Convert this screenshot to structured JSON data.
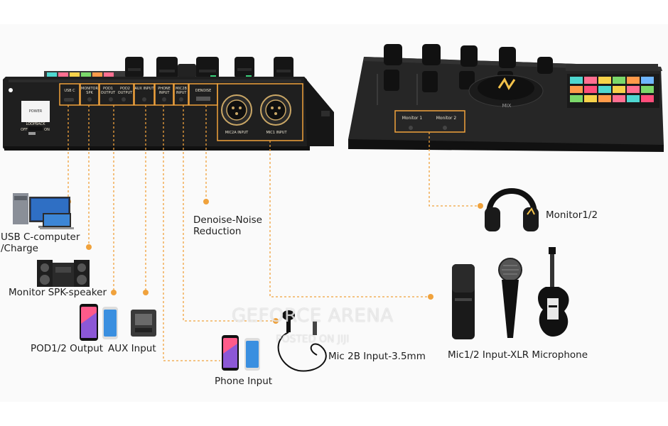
{
  "colors": {
    "accent": "#f0a23c",
    "device_body": "#1f1f1f",
    "text": "#1e1e1e"
  },
  "device_front": {
    "port_labels": [
      "USB C",
      "MONITOR SPK",
      "POD1 OUTPUT",
      "POD2 OUTPUT",
      "AUX INPUT",
      "PHONE INPUT",
      "MIC2B INPUT",
      "DENOISE",
      "MIC2A INPUT",
      "MIC1 INPUT"
    ],
    "power_label": "POWER",
    "loopback_label": "LOOPBACK",
    "loopback_off": "OFF",
    "loopback_on": "ON"
  },
  "device_back": {
    "port_labels": [
      "Monitor 1",
      "Monitor 2"
    ],
    "logo_text": "MIX"
  },
  "callouts": {
    "usb": "USB C-computer /Charge",
    "monitor_spk": "Monitor SPK-speaker",
    "pod_output": "POD1/2 Output",
    "aux_input": "AUX Input",
    "phone_input": "Phone Input",
    "denoise": "Denoise-Noise Reduction",
    "mic2b": "Mic 2B Input-3.5mm",
    "mic12": "Mic1/2 Input-XLR Microphone",
    "monitor12": "Monitor1/2"
  },
  "watermark": {
    "line1": "GEFORCE ARENA",
    "line2": "POSTED ON JIJI"
  },
  "icons": [
    "computer-icon",
    "speaker-icon",
    "smartphone-icon",
    "recorder-icon",
    "headphones-icon",
    "lavalier-mic-icon",
    "condenser-mic-icon",
    "dynamic-mic-icon",
    "guitar-icon",
    "power-button-icon"
  ]
}
